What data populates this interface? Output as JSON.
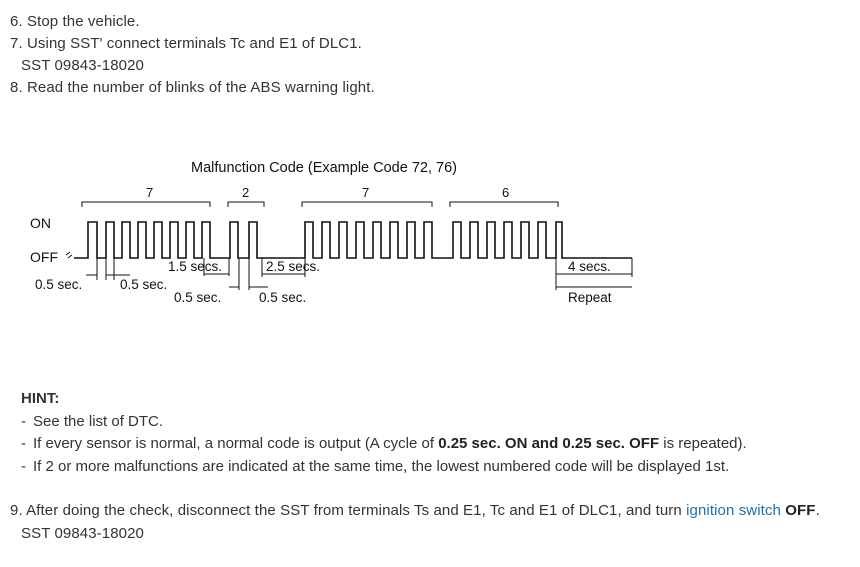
{
  "steps": {
    "step6": "6. Stop the vehicle.",
    "step7": "7. Using SST' connect terminals Tc and E1 of DLC1.",
    "step7_sst": "SST 09843-18020",
    "step8": "8. Read the number of blinks of the ABS warning light."
  },
  "diagram": {
    "title": "Malfunction Code (Example Code 72, 76)",
    "group_labels": [
      "7",
      "2",
      "7",
      "6"
    ],
    "on_label": "ON",
    "off_label": "OFF",
    "t_05_left": "0.5 sec.",
    "t_05_mid": "0.5 sec.",
    "t_15": "1.5 secs.",
    "t_05_b1": "0.5 sec.",
    "t_25": "2.5 secs.",
    "t_05_b2": "0.5 sec.",
    "t_4": "4 secs.",
    "repeat": "Repeat"
  },
  "hint": {
    "title": "HINT:",
    "item1": "See the list of DTC.",
    "item2_pre": "If every sensor is normal, a normal code is output (A cycle of ",
    "item2_bold1": "0.25 sec. ON and 0.25 sec. OFF",
    "item2_post": " is repeated).",
    "item3": "If 2 or more malfunctions are indicated at the same time, the lowest numbered code will be displayed 1st."
  },
  "step9": {
    "pre": "9. After doing the check, disconnect the SST from terminals Ts and E1, Tc and E1 of DLC1, and turn ",
    "link": "ignition switch",
    "mid": " ",
    "bold": "OFF",
    "post": ".",
    "sst": "SST 09843-18020"
  }
}
